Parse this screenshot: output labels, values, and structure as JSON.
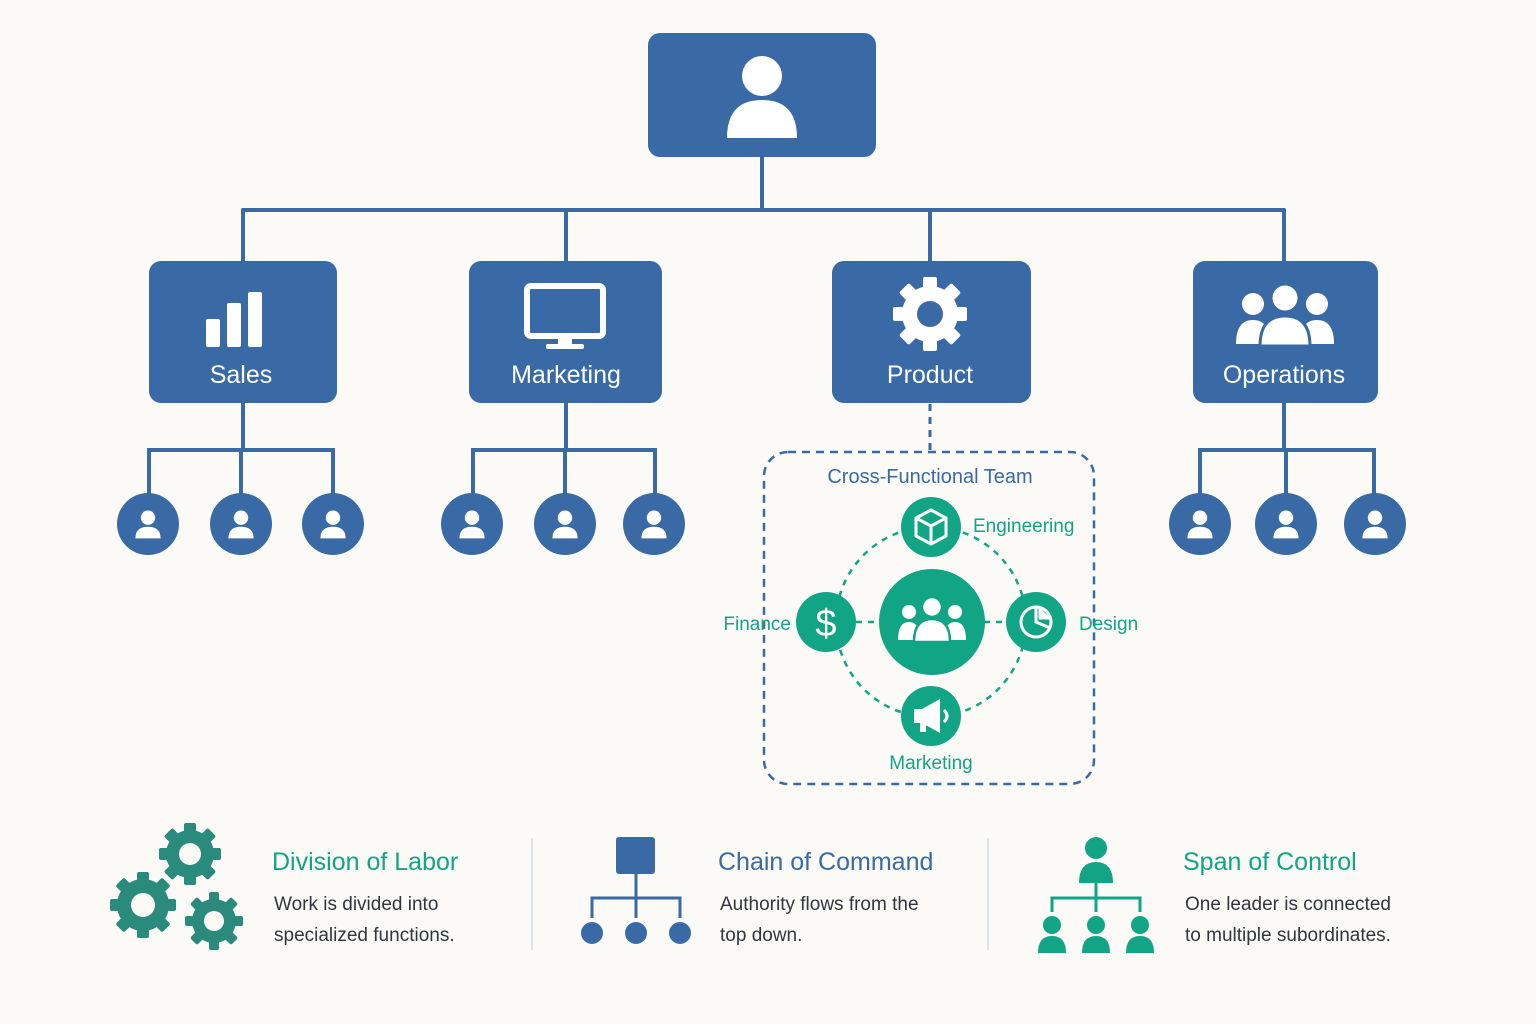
{
  "colors": {
    "blue": "#3a6aa5",
    "teal": "#12a585",
    "teal_dark": "#2a8a7c",
    "background": "#fbfaf6"
  },
  "departments": [
    {
      "label": "Sales",
      "icon": "bar-chart-icon"
    },
    {
      "label": "Marketing",
      "icon": "monitor-icon"
    },
    {
      "label": "Product",
      "icon": "gear-icon"
    },
    {
      "label": "Operations",
      "icon": "group-icon"
    }
  ],
  "cross_functional": {
    "title": "Cross-Functional Team",
    "center_icon": "team-icon",
    "members": [
      {
        "label": "Engineering",
        "icon": "cube-icon"
      },
      {
        "label": "Design",
        "icon": "pie-chart-icon"
      },
      {
        "label": "Marketing",
        "icon": "megaphone-icon"
      },
      {
        "label": "Finance",
        "icon": "dollar-icon"
      }
    ]
  },
  "legend": [
    {
      "title": "Division of Labor",
      "line1": "Work is divided into",
      "line2": "specialized functions.",
      "icon": "gears-icon"
    },
    {
      "title": "Chain of Command",
      "line1": "Authority flows from the",
      "line2": "top down.",
      "icon": "hierarchy-icon"
    },
    {
      "title": "Span of Control",
      "line1": "One leader is connected",
      "line2": "to multiple subordinates.",
      "icon": "leader-team-icon"
    }
  ]
}
